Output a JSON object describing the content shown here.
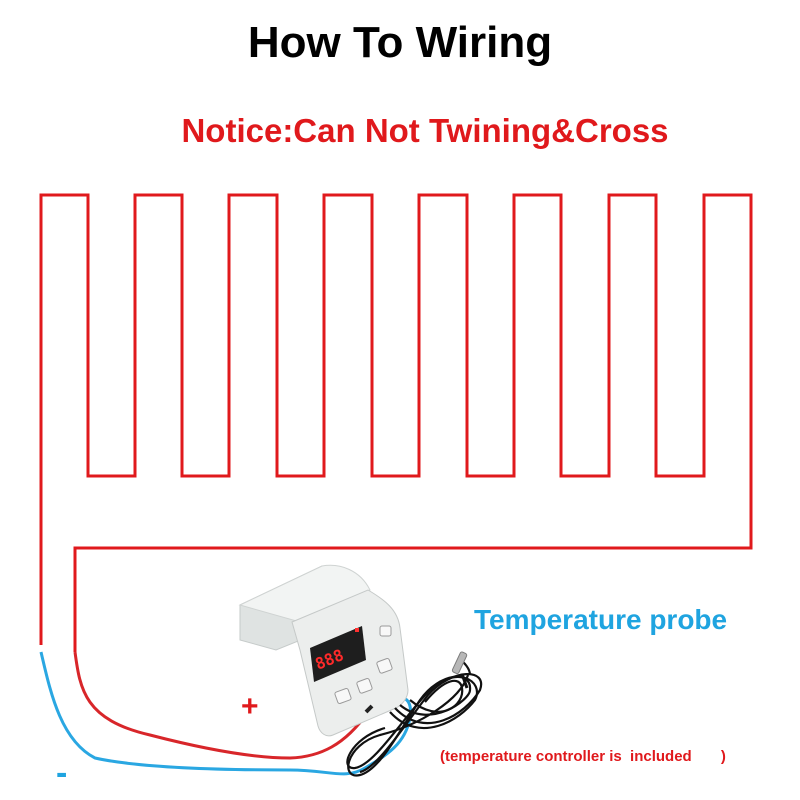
{
  "title": "How To Wiring",
  "notice": "Notice:Can Not Twining&Cross",
  "probe_label": "Temperature probe",
  "included_note": "(temperature controller is  included       )",
  "positive_symbol": "+",
  "negative_symbol": "-",
  "controller": {
    "display_value": "888"
  },
  "colors": {
    "heating_wire": "#e0191c",
    "negative_wire": "#2aa7e2",
    "probe_text": "#1fa4e0",
    "controller_body": "#e9eceb",
    "display_background": "#1e1e1e",
    "display_digits": "#ff2a2a",
    "probe_cable": "#111111"
  }
}
